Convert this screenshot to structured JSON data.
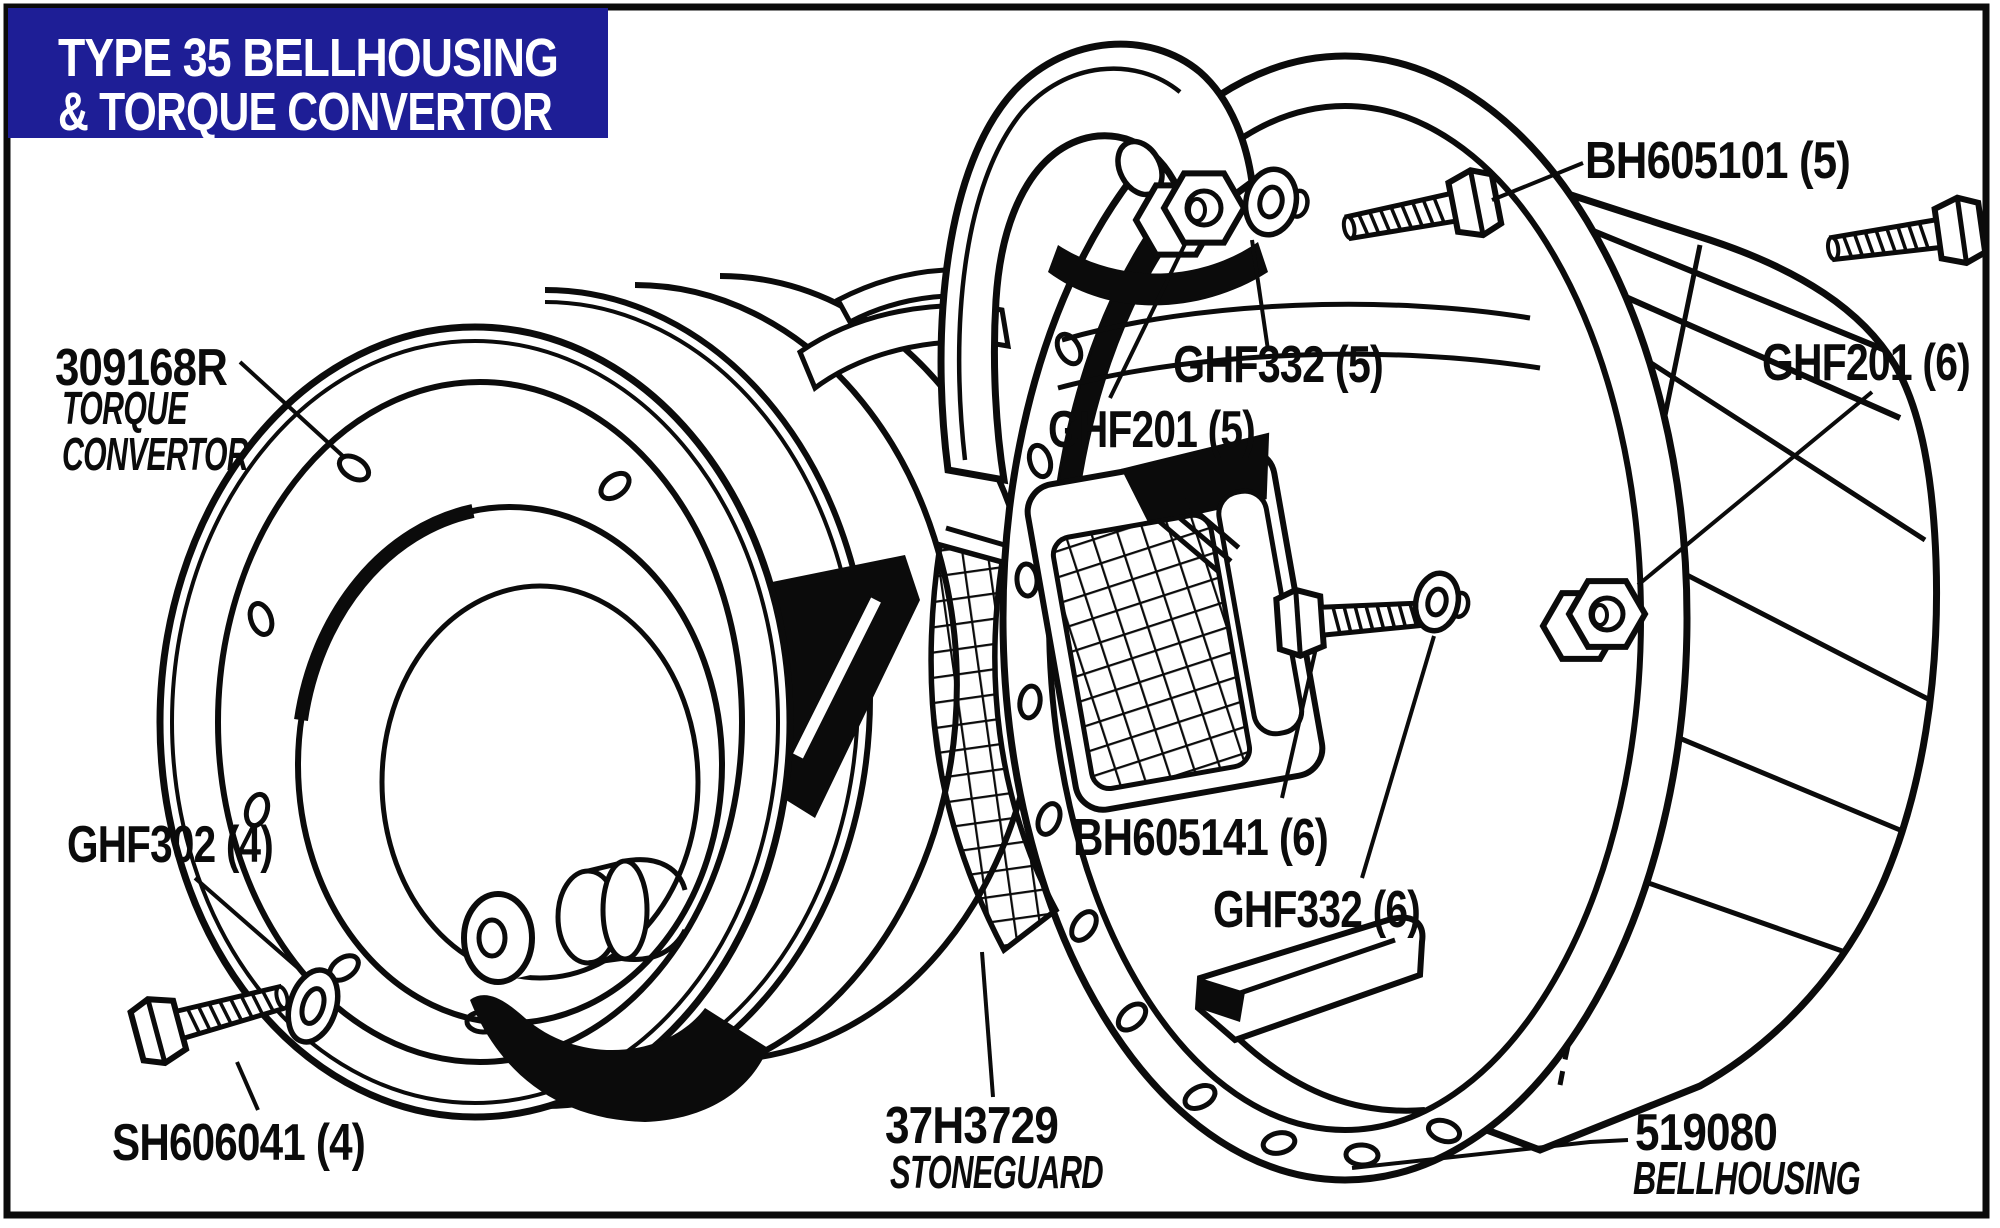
{
  "banner": {
    "line1": "TYPE 35 BELLHOUSING",
    "line2": "& TORQUE CONVERTOR",
    "bg_color": "#1e1e96",
    "text_color": "#ffffff"
  },
  "diagram": {
    "ink_color": "#0b0b0b",
    "labels": {
      "bh605101": "BH605101 (5)",
      "ghf332_5": "GHF332 (5)",
      "ghf201_5": "GHF201 (5)",
      "ghf201_6": "GHF201 (6)",
      "torque_convertor_no": "309168R",
      "torque_convertor_name1": "TORQUE",
      "torque_convertor_name2": "CONVERTOR",
      "ghf302_4": "GHF302 (4)",
      "sh606041_4": "SH606041 (4)",
      "bh605141_6": "BH605141 (6)",
      "ghf332_6": "GHF332 (6)",
      "stoneguard_no": "37H3729",
      "stoneguard_name": "STONEGUARD",
      "bellhousing_no": "519080",
      "bellhousing_name": "BELLHOUSING"
    }
  }
}
